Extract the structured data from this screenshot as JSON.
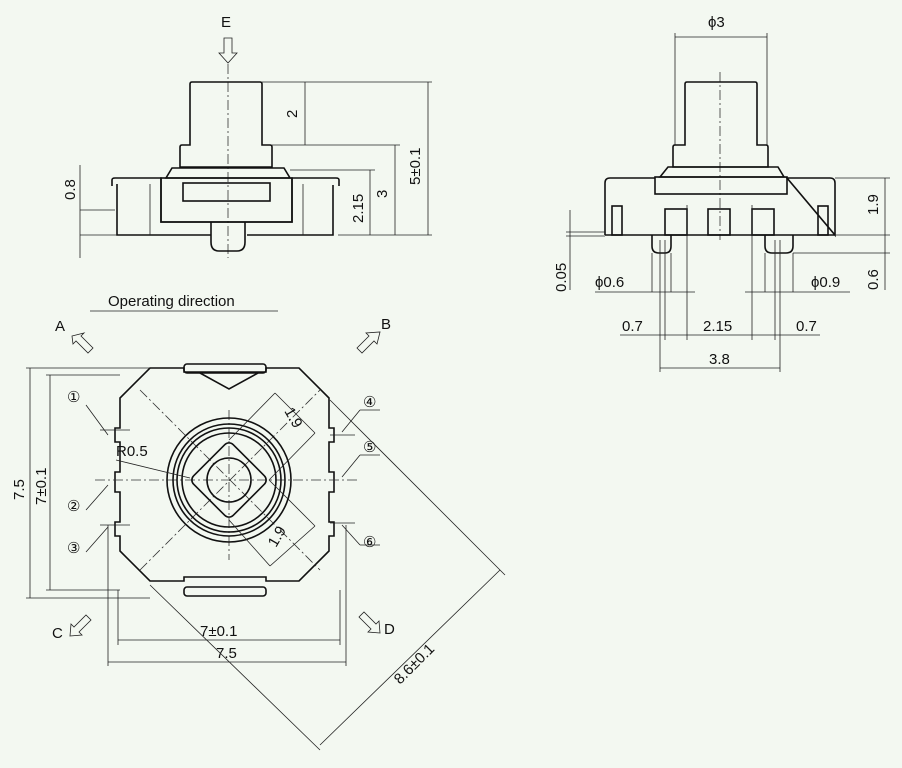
{
  "title": "Operating direction",
  "directions": {
    "a": "A",
    "b": "B",
    "c": "C",
    "d": "D",
    "e": "E"
  },
  "side_view": {
    "dim_stem": "2",
    "dim_total": "5±0.1",
    "dim_collar": "3",
    "dim_body": "2.15",
    "dim_foot": "0.8"
  },
  "front_view": {
    "dim_dia": "ϕ3",
    "dim_body": "1.9",
    "dim_pin_len": "0.6",
    "dim_gap": "0.05",
    "dim_pin_small": "ϕ0.6",
    "dim_pin_large": "ϕ0.9",
    "dim_left": "0.7",
    "dim_center": "2.15",
    "dim_right": "0.7",
    "dim_span": "3.8"
  },
  "bottom_view": {
    "radius": "R0.5",
    "dim_diag1": "1.9",
    "dim_diag2": "1.9",
    "dim_inner_v": "7±0.1",
    "dim_outer_v": "7.5",
    "dim_inner_h": "7±0.1",
    "dim_outer_h": "7.5",
    "dim_diagonal": "8.6±0.1",
    "terminals": [
      "①",
      "②",
      "③",
      "④",
      "⑤",
      "⑥"
    ]
  }
}
